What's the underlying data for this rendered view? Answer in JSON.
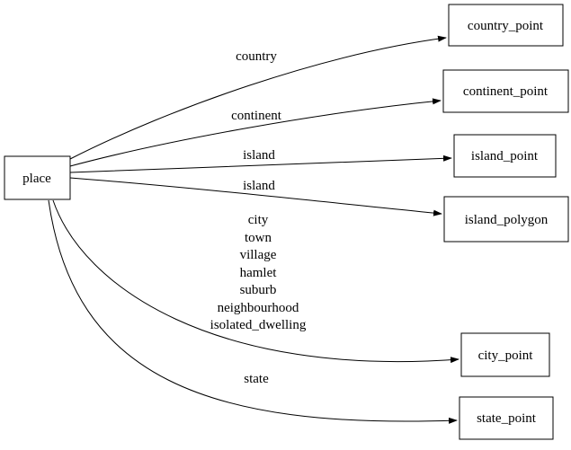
{
  "diagram": {
    "kind": "directed-graph",
    "background_color": "#ffffff",
    "node_border_color": "#000000",
    "edge_color": "#000000",
    "text_color": "#000000",
    "nodes": {
      "place": {
        "label": "place"
      },
      "country_point": {
        "label": "country_point"
      },
      "continent_point": {
        "label": "continent_point"
      },
      "island_point": {
        "label": "island_point"
      },
      "island_polygon": {
        "label": "island_polygon"
      },
      "city_point": {
        "label": "city_point"
      },
      "state_point": {
        "label": "state_point"
      }
    },
    "edges": [
      {
        "from": "place",
        "to": "country_point",
        "label": "country"
      },
      {
        "from": "place",
        "to": "continent_point",
        "label": "continent"
      },
      {
        "from": "place",
        "to": "island_point",
        "label": "island"
      },
      {
        "from": "place",
        "to": "island_polygon",
        "label": "island"
      },
      {
        "from": "place",
        "to": "city_point",
        "label_lines": [
          "city",
          "town",
          "village",
          "hamlet",
          "suburb",
          "neighbourhood",
          "isolated_dwelling"
        ]
      },
      {
        "from": "place",
        "to": "state_point",
        "label": "state"
      }
    ]
  }
}
